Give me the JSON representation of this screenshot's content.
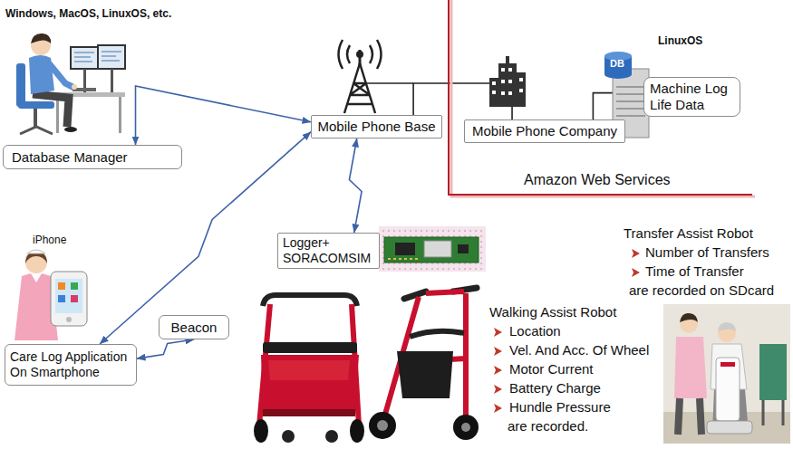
{
  "diagram": {
    "nodes": [
      {
        "text": [
          "Database Manager"
        ]
      },
      {
        "text": [
          "Mobile Phone Base"
        ]
      },
      {
        "text": [
          "Mobile Phone Company"
        ]
      },
      {
        "text": [
          "Machine Log Life Data"
        ]
      },
      {
        "text": [
          "Logger+ SORACOMSIM"
        ]
      },
      {
        "text": [
          "Beacon"
        ]
      },
      {
        "text": [
          "Care Log Application On Smartphone"
        ]
      }
    ],
    "edges": [
      {
        "from": 0,
        "to": 1,
        "arrow": "both"
      },
      {
        "from": 6,
        "to": 1,
        "arrow": "both"
      },
      {
        "from": 4,
        "to": 1,
        "arrow": "both"
      },
      {
        "from": 6,
        "to": 5,
        "arrow": "both"
      },
      {
        "from": 1,
        "to": 2,
        "arrow": "none"
      },
      {
        "from": 2,
        "to": 3,
        "arrow": "none"
      }
    ],
    "labels": [
      "Windows, MacOS, LinuxOS, etc.",
      "LinuxOS",
      "DB",
      "Amazon Web Services",
      "Transfer Assist Robot",
      "Number of Transfers",
      "Time of Transfer",
      "are recorded on SDcard",
      "iPhone",
      "Walking Assist Robot",
      "Location",
      "Vel. And Acc. Of Wheel",
      "Motor Current",
      "Battery Charge",
      "Hundle Pressure",
      "are recorded."
    ]
  }
}
